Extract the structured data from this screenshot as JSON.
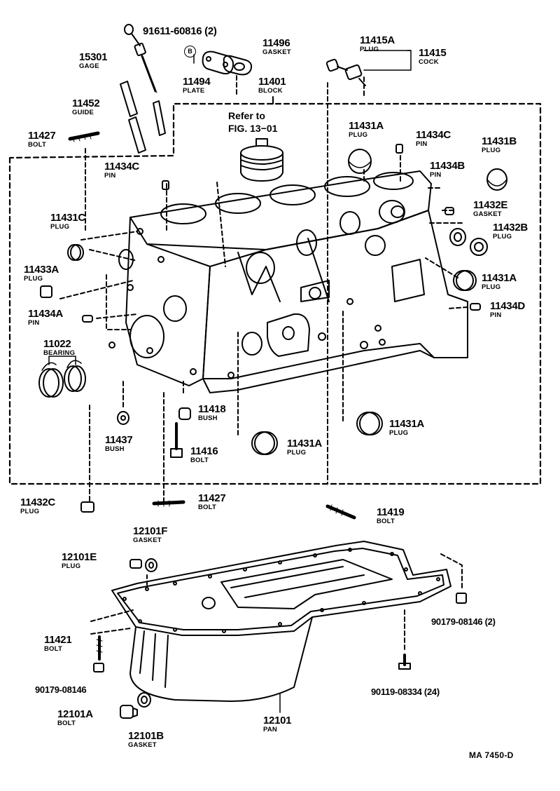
{
  "diagram": {
    "drawing_code": "MA  7450-D",
    "reference_note": {
      "line1": "Refer to",
      "line2": "FIG. 13−01"
    },
    "callout_symbol": "B",
    "parts": {
      "p91611": {
        "number": "91611-60816 (2)",
        "name": ""
      },
      "p11496": {
        "number": "11496",
        "name": "GASKET"
      },
      "p11415A": {
        "number": "11415A",
        "name": "PLUG"
      },
      "p11415": {
        "number": "11415",
        "name": "COCK"
      },
      "p15301": {
        "number": "15301",
        "name": "GAGE"
      },
      "p11494": {
        "number": "11494",
        "name": "PLATE"
      },
      "p11401": {
        "number": "11401",
        "name": "BLOCK"
      },
      "p11452": {
        "number": "11452",
        "name": "GUIDE"
      },
      "p11431A_top": {
        "number": "11431A",
        "name": "PLUG"
      },
      "p11434C_right": {
        "number": "11434C",
        "name": "PIN"
      },
      "p11427_top": {
        "number": "11427",
        "name": "BOLT"
      },
      "p11431B": {
        "number": "11431B",
        "name": "PLUG"
      },
      "p11434C_left": {
        "number": "11434C",
        "name": "PIN"
      },
      "p11434B": {
        "number": "11434B",
        "name": "PIN"
      },
      "p11431C": {
        "number": "11431C",
        "name": "PLUG"
      },
      "p11432E": {
        "number": "11432E",
        "name": "GASKET"
      },
      "p11432B": {
        "number": "11432B",
        "name": "PLUG"
      },
      "p11433A": {
        "number": "11433A",
        "name": "PLUG"
      },
      "p11431A_right": {
        "number": "11431A",
        "name": "PLUG"
      },
      "p11434A": {
        "number": "11434A",
        "name": "PIN"
      },
      "p11434D": {
        "number": "11434D",
        "name": "PIN"
      },
      "p11022": {
        "number": "11022",
        "name": "BEARING"
      },
      "p11418": {
        "number": "11418",
        "name": "BUSH"
      },
      "p11431A_mid": {
        "number": "11431A",
        "name": "PLUG"
      },
      "p11437": {
        "number": "11437",
        "name": "BUSH"
      },
      "p11416": {
        "number": "11416",
        "name": "BOLT"
      },
      "p11431A_bot": {
        "number": "11431A",
        "name": "PLUG"
      },
      "p11432C": {
        "number": "11432C",
        "name": "PLUG"
      },
      "p11427_bot": {
        "number": "11427",
        "name": "BOLT"
      },
      "p11419": {
        "number": "11419",
        "name": "BOLT"
      },
      "p12101F": {
        "number": "12101F",
        "name": "GASKET"
      },
      "p12101E": {
        "number": "12101E",
        "name": "PLUG"
      },
      "p90179_2": {
        "number": "90179-08146 (2)",
        "name": ""
      },
      "p11421": {
        "number": "11421",
        "name": "BOLT"
      },
      "p90179": {
        "number": "90179-08146",
        "name": ""
      },
      "p90119": {
        "number": "90119-08334 (24)",
        "name": ""
      },
      "p12101A": {
        "number": "12101A",
        "name": "BOLT"
      },
      "p12101": {
        "number": "12101",
        "name": "PAN"
      },
      "p12101B": {
        "number": "12101B",
        "name": "GASKET"
      }
    }
  }
}
